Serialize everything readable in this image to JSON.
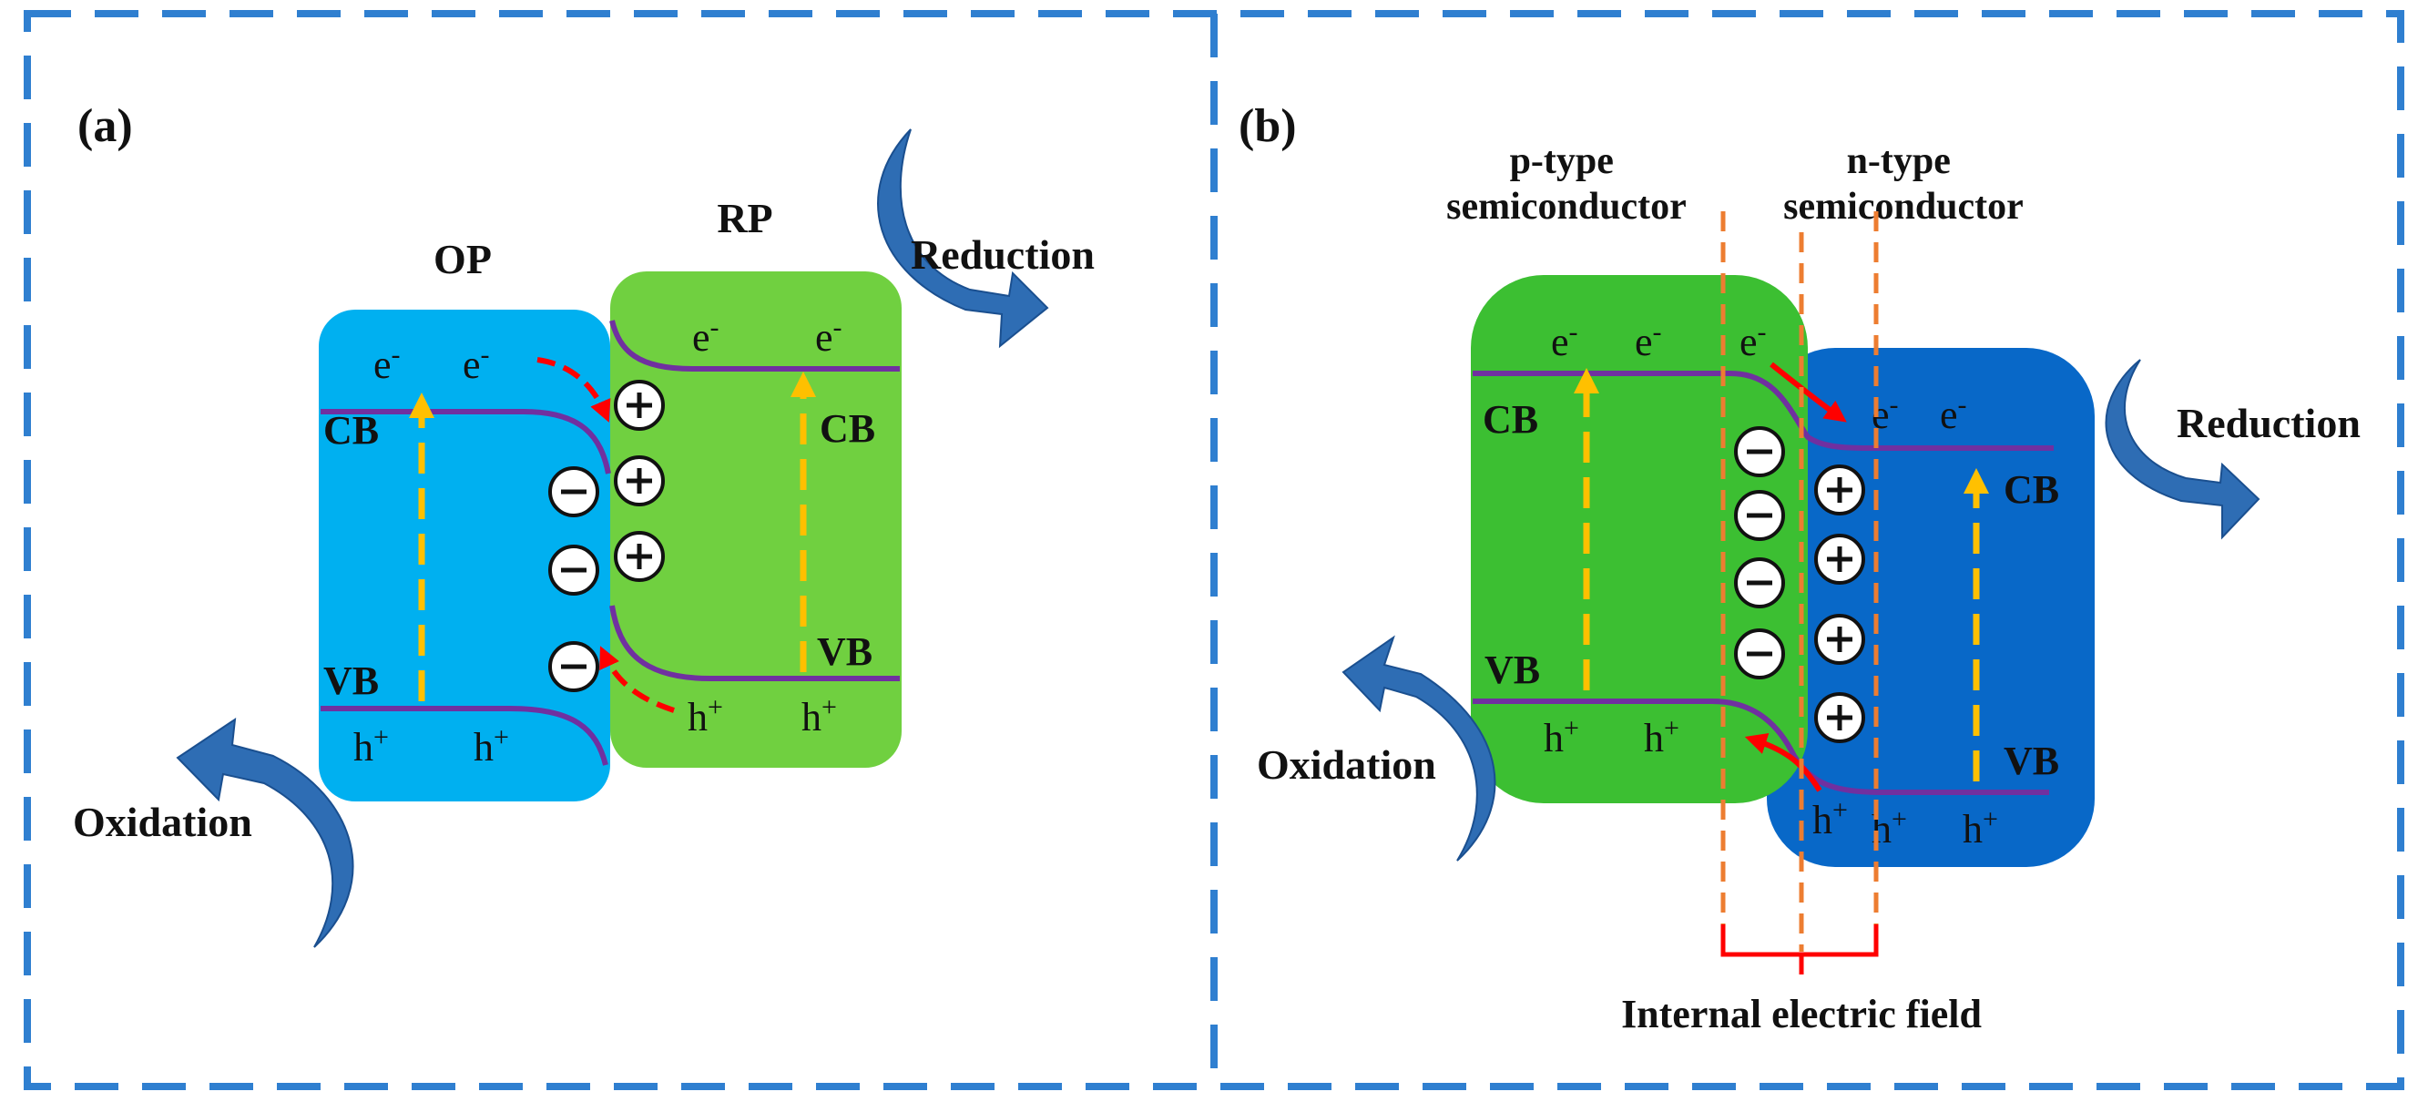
{
  "panel_a": {
    "label": "(a)",
    "op_label": "OP",
    "rp_label": "RP",
    "reduction": "Reduction",
    "oxidation": "Oxidation",
    "cb": "CB",
    "vb": "VB",
    "electron": "e",
    "hole": "h",
    "minus_sup": "-",
    "plus_sup": "+"
  },
  "panel_b": {
    "label": "(b)",
    "p_type_line1": "p-type",
    "p_type_line2": "semiconductor",
    "n_type_line1": "n-type",
    "n_type_line2": "semiconductor",
    "reduction": "Reduction",
    "oxidation": "Oxidation",
    "cb": "CB",
    "vb": "VB",
    "electron": "e",
    "hole": "h",
    "minus_sup": "-",
    "plus_sup": "+",
    "field_label": "Internal electric field"
  },
  "colors": {
    "frame": "#2f7fd0",
    "op_fill": "#00b0f0",
    "rp_fill": "#70d040",
    "p_fill": "#3cbf32",
    "n_fill": "#0868c8",
    "band": "#7030a0",
    "transfer": "#ff0000",
    "excite": "#ffc000",
    "field_dash": "#ed7d31",
    "curved_arrow": "#2e6db4"
  },
  "icons": {
    "curved_arrow": "curved-arrow-icon",
    "plus_charge": "plus-charge-icon",
    "minus_charge": "minus-charge-icon"
  }
}
